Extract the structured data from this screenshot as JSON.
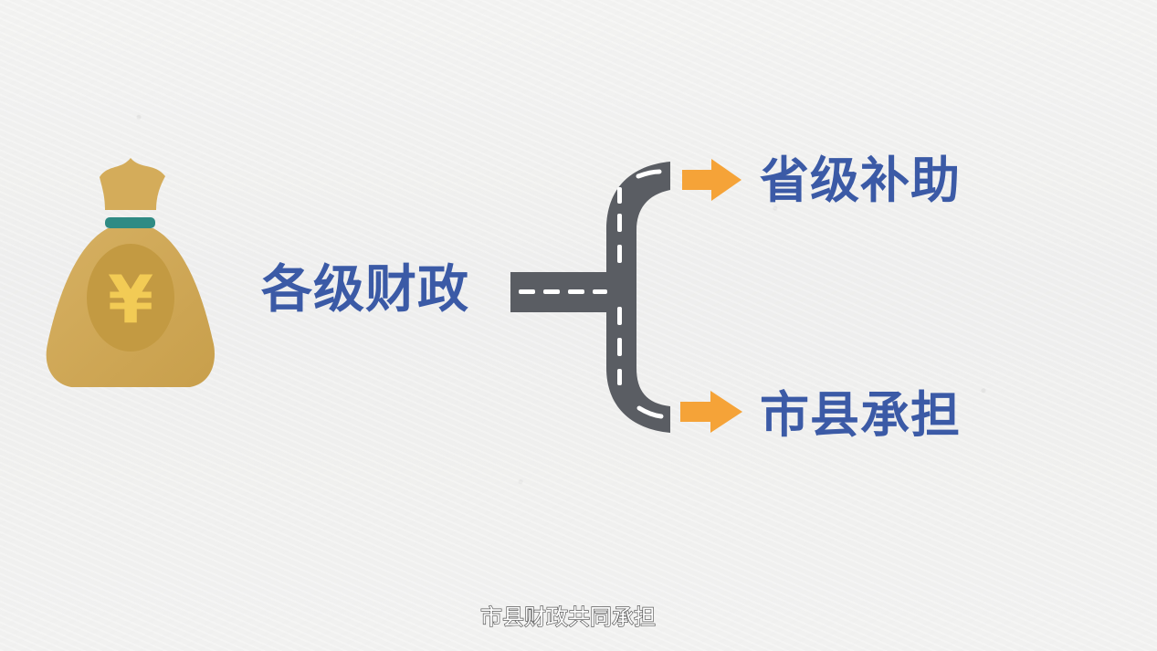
{
  "diagram": {
    "source_label": "各级财政",
    "upper_label": "省级补助",
    "lower_label": "市县承担",
    "currency_symbol": "¥",
    "caption": "市县财政共同承担"
  },
  "colors": {
    "background": "#f2f2f1",
    "text_blue": "#3b5aa6",
    "bag_gold": "#d1aa58",
    "bag_medallion": "#c39a42",
    "currency_gold": "#f2cb55",
    "tie_teal": "#2f8b84",
    "road_gray": "#5a5d63",
    "road_mark": "#ffffff",
    "arrow_orange": "#f5a338"
  },
  "icons": {
    "money_bag": "money-bag-icon",
    "road_split": "road-split-icon",
    "arrow": "arrow-right-icon"
  }
}
